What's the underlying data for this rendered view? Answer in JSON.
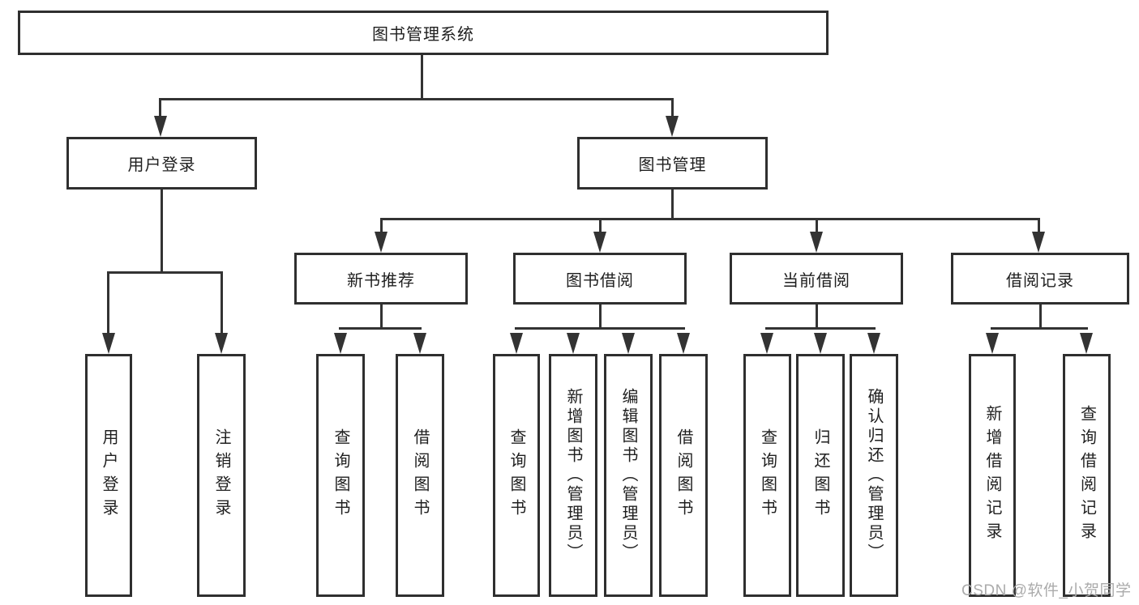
{
  "diagram": {
    "root": {
      "label": "图书管理系统"
    },
    "level2": {
      "user_login": {
        "label": "用户登录"
      },
      "book_management": {
        "label": "图书管理"
      }
    },
    "level3": {
      "new_book_recommend": {
        "label": "新书推荐"
      },
      "book_borrow": {
        "label": "图书借阅"
      },
      "current_borrow": {
        "label": "当前借阅"
      },
      "borrow_records": {
        "label": "借阅记录"
      }
    },
    "leaves": {
      "user_login": {
        "label": "用户登录"
      },
      "logout": {
        "label": "注销登录"
      },
      "recommend_query": {
        "label": "查询图书"
      },
      "recommend_borrow": {
        "label": "借阅图书"
      },
      "borrow_query": {
        "label": "查询图书"
      },
      "borrow_add_admin": {
        "label": "新增图书（管理员）"
      },
      "borrow_edit_admin": {
        "label": "编辑图书（管理员）"
      },
      "borrow_borrow": {
        "label": "借阅图书"
      },
      "current_query": {
        "label": "查询图书"
      },
      "current_return": {
        "label": "归还图书"
      },
      "current_confirm_admin": {
        "label": "确认归还（管理员）"
      },
      "records_add": {
        "label": "新增借阅记录"
      },
      "records_query": {
        "label": "查询借阅记录"
      }
    },
    "watermark": "CSDN @软件_小贺同学",
    "colors": {
      "line": "#333333",
      "box_border": "#2f2f2f",
      "text": "#1f1f1f",
      "watermark": "#ababab",
      "background": "#ffffff"
    }
  }
}
